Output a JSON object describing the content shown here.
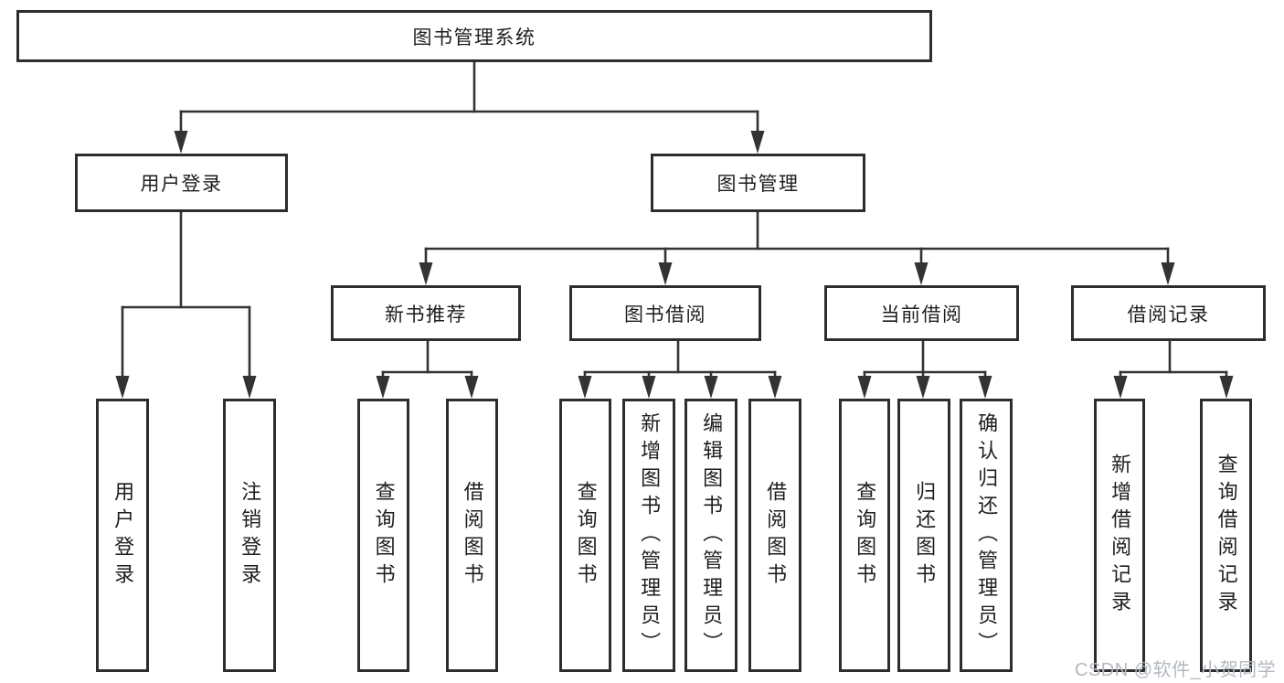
{
  "tree": {
    "label": "图书管理系统",
    "children": [
      {
        "label": "用户登录",
        "children": [
          {
            "label": "用户登录"
          },
          {
            "label": "注销登录"
          }
        ]
      },
      {
        "label": "图书管理",
        "children": [
          {
            "label": "新书推荐",
            "children": [
              {
                "label": "查询图书"
              },
              {
                "label": "借阅图书"
              }
            ]
          },
          {
            "label": "图书借阅",
            "children": [
              {
                "label": "查询图书"
              },
              {
                "label": "新增图书（管理员）"
              },
              {
                "label": "编辑图书（管理员）"
              },
              {
                "label": "借阅图书"
              }
            ]
          },
          {
            "label": "当前借阅",
            "children": [
              {
                "label": "查询图书"
              },
              {
                "label": "归还图书"
              },
              {
                "label": "确认归还（管理员）"
              }
            ]
          },
          {
            "label": "借阅记录",
            "children": [
              {
                "label": "新增借阅记录"
              },
              {
                "label": "查询借阅记录"
              }
            ]
          }
        ]
      }
    ]
  },
  "watermark": {
    "text": "CSDN @软件_小贺同学"
  },
  "colors": {
    "line": "#333333",
    "box_border": "#2d2d2d",
    "text": "#1e1e1e",
    "background": "#ffffff",
    "watermark": "#b3b8c0"
  }
}
